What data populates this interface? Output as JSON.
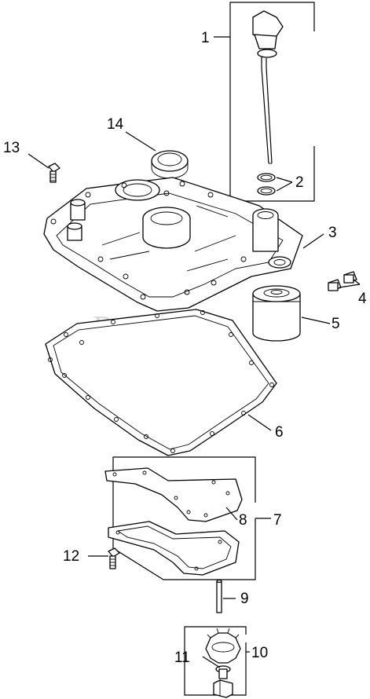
{
  "callouts": {
    "c1": "1",
    "c2": "2",
    "c3": "3",
    "c4": "4",
    "c5": "5",
    "c6": "6",
    "c7": "7",
    "c8": "8",
    "c9": "9",
    "c10": "10",
    "c11": "11",
    "c12": "12",
    "c13": "13",
    "c14": "14"
  },
  "watermark": {
    "text": "PartsTree",
    "mark": "TM"
  }
}
